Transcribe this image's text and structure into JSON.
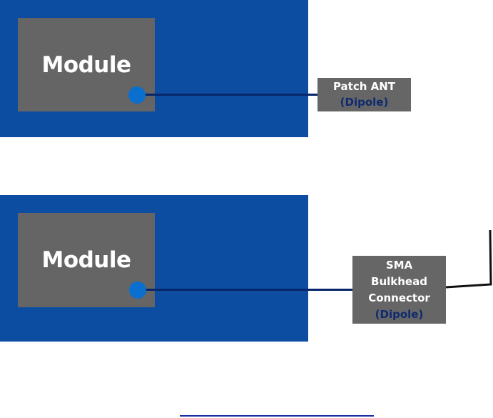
{
  "diagram_top": {
    "module_label": "Module",
    "antenna_title": "Patch ANT",
    "antenna_type": "(Dipole)"
  },
  "diagram_bottom": {
    "module_label": "Module",
    "connector_line1": "SMA",
    "connector_line2": "Bulkhead",
    "connector_line3": "Connector",
    "connector_type": "(Dipole)"
  },
  "colors": {
    "board": "#0c4da2",
    "module": "#656565",
    "pad": "#0a6fcf",
    "trace": "#08266b",
    "accent_text": "#0f2a6e"
  }
}
